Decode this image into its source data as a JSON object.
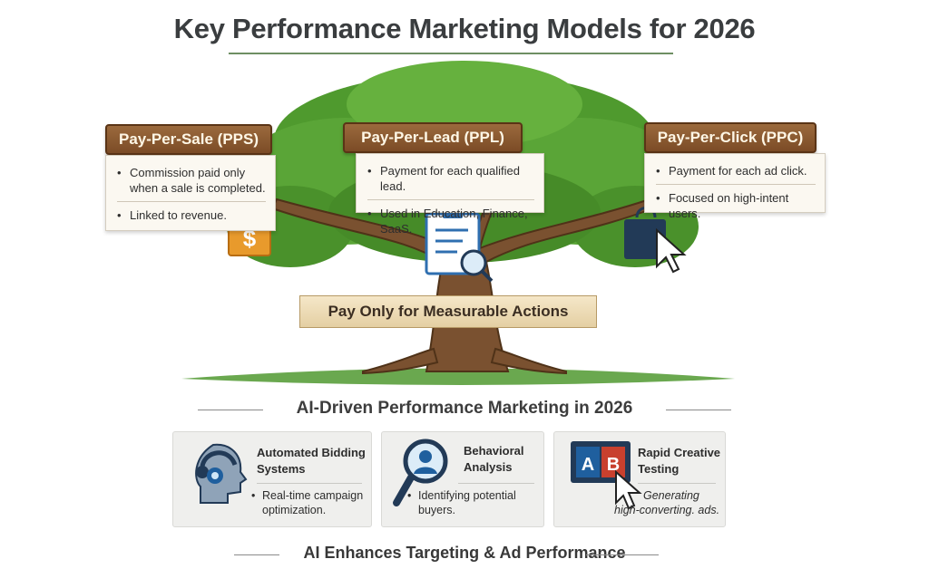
{
  "title": "Key Performance Marketing Models for 2026",
  "models": [
    {
      "label": "Pay-Per-Sale (PPS)",
      "points": [
        "Commission paid only when a sale is completed.",
        "Linked to revenue."
      ],
      "icon": "shopping-bag-dollar-icon",
      "color": "#e89a2c"
    },
    {
      "label": "Pay-Per-Lead (PPL)",
      "points": [
        "Payment for each qualified lead.",
        "Used in Education, Finance, SaaS."
      ],
      "icon": "clipboard-search-icon",
      "color": "#2f6fb0"
    },
    {
      "label": "Pay-Per-Click (PPC)",
      "points": [
        "Payment for each ad click.",
        "Focused on high-intent users."
      ],
      "icon": "shopping-bag-cursor-icon",
      "color": "#223a57"
    }
  ],
  "banner": "Pay Only for Measurable Actions",
  "ai_section": {
    "title": "AI-Driven Performance Marketing in 2026",
    "cards": [
      {
        "title_line1": "Automated Bidding",
        "title_line2": "Systems",
        "bullet_line1": "Real-time campaign",
        "bullet_line2": "optimization.",
        "icon": "ai-head-headset-icon"
      },
      {
        "title_line1": "Behavioral",
        "title_line2": "Analysis",
        "bullet_line1": "Identifying potential",
        "bullet_line2": "buyers.",
        "icon": "magnifier-user-icon"
      },
      {
        "title_line1": "Rapid Creative",
        "title_line2": "Testing",
        "bullet_line1": "Generating",
        "bullet_line2": "high-converting. ads.",
        "icon": "ab-test-icon",
        "ab": [
          "A",
          "B"
        ]
      }
    ]
  },
  "footer": "AI Enhances Targeting & Ad Performance",
  "colors": {
    "wood": "#7b4b26",
    "leaf": "#4f9a2e",
    "trunk": "#6b4423",
    "accent_blue": "#1f5f9e",
    "accent_red": "#c8402e"
  }
}
